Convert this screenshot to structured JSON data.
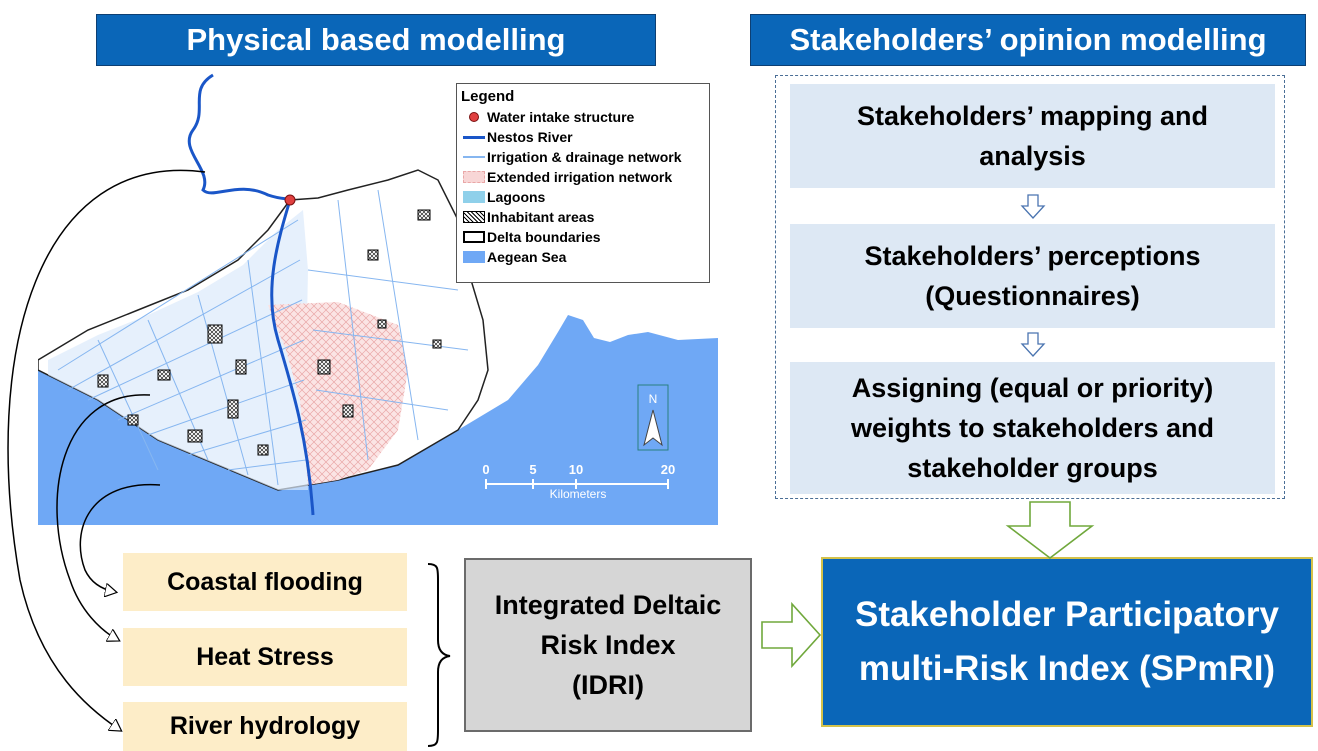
{
  "headers": {
    "physical": "Physical based modelling",
    "stakeholders": "Stakeholders’ opinion modelling"
  },
  "stakeholder_steps": [
    {
      "line1": "Stakeholders’ mapping and",
      "line2": "analysis"
    },
    {
      "line1": "Stakeholders’ perceptions",
      "line2": "(Questionnaires)"
    },
    {
      "line1": "Assigning (equal or priority)",
      "line2": "weights to stakeholders and",
      "line3": "stakeholder groups"
    }
  ],
  "risks": [
    "Coastal flooding",
    "Heat Stress",
    "River hydrology"
  ],
  "idri": {
    "line1": "Integrated Deltaic",
    "line2": "Risk Index",
    "line3": "(IDRI)"
  },
  "spmri": {
    "line1": "Stakeholder Participatory",
    "line2": "multi-Risk Index (SPmRI)"
  },
  "map": {
    "legend": {
      "title": "Legend",
      "items": [
        {
          "label": "Water intake structure",
          "symbol": "intake-icon"
        },
        {
          "label": "Nestos River",
          "symbol": "river-line-icon"
        },
        {
          "label": "Irrigation & drainage network",
          "symbol": "network-line-icon"
        },
        {
          "label": "Extended irrigation network",
          "symbol": "pink-hatch-icon"
        },
        {
          "label": "Lagoons",
          "symbol": "lagoon-swatch-icon"
        },
        {
          "label": "Inhabitant areas",
          "symbol": "crosshatch-swatch-icon"
        },
        {
          "label": "Delta boundaries",
          "symbol": "boundary-swatch-icon"
        },
        {
          "label": "Aegean Sea",
          "symbol": "sea-swatch-icon"
        }
      ]
    },
    "north": "N",
    "scale": {
      "ticks": [
        "0",
        "5",
        "10",
        "20"
      ],
      "unit": "Kilometers"
    }
  },
  "colors": {
    "header_blue": "#0a66b8",
    "step_fill": "#dde8f4",
    "risk_fill": "#fdedc8",
    "idri_fill": "#d6d6d6",
    "sea": "#6fa8f5",
    "river": "#1a56c8",
    "network": "#86b6f0",
    "extended": "#f8d6d6",
    "arrow_green": "#70a83c"
  }
}
